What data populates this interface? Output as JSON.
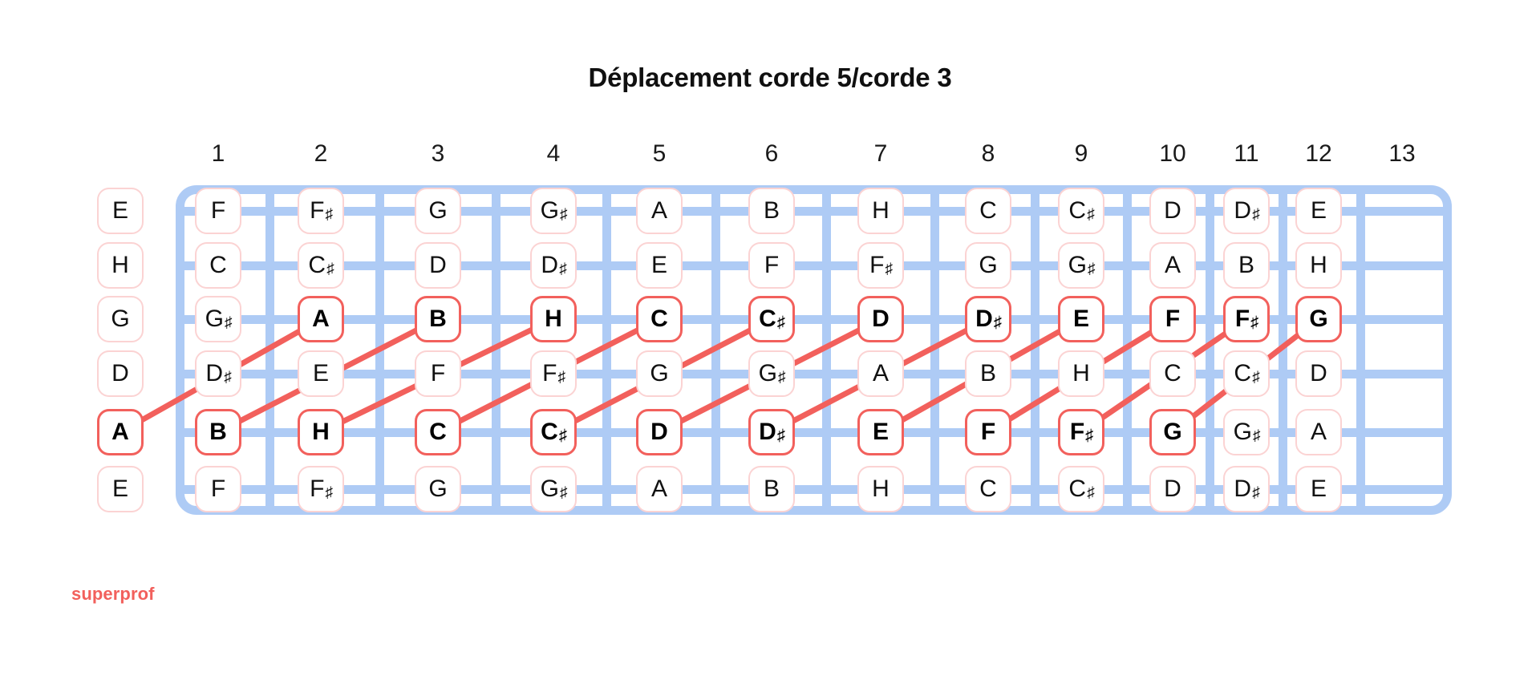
{
  "title": "Déplacement corde 5/corde 3",
  "brand": "superprof",
  "colors": {
    "neck": "#aecbf5",
    "note_border_plain": "#fbd3d3",
    "note_border_highlight": "#f2605c",
    "connector": "#f2605c",
    "text": "#111111",
    "brand": "#f2605c"
  },
  "fret_numbers": [
    "1",
    "2",
    "3",
    "4",
    "5",
    "6",
    "7",
    "8",
    "9",
    "10",
    "11",
    "12",
    "13"
  ],
  "notation": "german",
  "strings": [
    {
      "index": 1,
      "open_note": "E",
      "notes": [
        {
          "fret": 0,
          "label": "E",
          "sharp": false,
          "highlight": false
        },
        {
          "fret": 1,
          "label": "F",
          "sharp": false,
          "highlight": false
        },
        {
          "fret": 2,
          "label": "F",
          "sharp": true,
          "highlight": false
        },
        {
          "fret": 3,
          "label": "G",
          "sharp": false,
          "highlight": false
        },
        {
          "fret": 4,
          "label": "G",
          "sharp": true,
          "highlight": false
        },
        {
          "fret": 5,
          "label": "A",
          "sharp": false,
          "highlight": false
        },
        {
          "fret": 6,
          "label": "B",
          "sharp": false,
          "highlight": false
        },
        {
          "fret": 7,
          "label": "H",
          "sharp": false,
          "highlight": false
        },
        {
          "fret": 8,
          "label": "C",
          "sharp": false,
          "highlight": false
        },
        {
          "fret": 9,
          "label": "C",
          "sharp": true,
          "highlight": false
        },
        {
          "fret": 10,
          "label": "D",
          "sharp": false,
          "highlight": false
        },
        {
          "fret": 11,
          "label": "D",
          "sharp": true,
          "highlight": false
        },
        {
          "fret": 12,
          "label": "E",
          "sharp": false,
          "highlight": false
        }
      ]
    },
    {
      "index": 2,
      "open_note": "H",
      "notes": [
        {
          "fret": 0,
          "label": "H",
          "sharp": false,
          "highlight": false
        },
        {
          "fret": 1,
          "label": "C",
          "sharp": false,
          "highlight": false
        },
        {
          "fret": 2,
          "label": "C",
          "sharp": true,
          "highlight": false
        },
        {
          "fret": 3,
          "label": "D",
          "sharp": false,
          "highlight": false
        },
        {
          "fret": 4,
          "label": "D",
          "sharp": true,
          "highlight": false
        },
        {
          "fret": 5,
          "label": "E",
          "sharp": false,
          "highlight": false
        },
        {
          "fret": 6,
          "label": "F",
          "sharp": false,
          "highlight": false
        },
        {
          "fret": 7,
          "label": "F",
          "sharp": true,
          "highlight": false
        },
        {
          "fret": 8,
          "label": "G",
          "sharp": false,
          "highlight": false
        },
        {
          "fret": 9,
          "label": "G",
          "sharp": true,
          "highlight": false
        },
        {
          "fret": 10,
          "label": "A",
          "sharp": false,
          "highlight": false
        },
        {
          "fret": 11,
          "label": "B",
          "sharp": false,
          "highlight": false
        },
        {
          "fret": 12,
          "label": "H",
          "sharp": false,
          "highlight": false
        }
      ]
    },
    {
      "index": 3,
      "open_note": "G",
      "notes": [
        {
          "fret": 0,
          "label": "G",
          "sharp": false,
          "highlight": false
        },
        {
          "fret": 1,
          "label": "G",
          "sharp": true,
          "highlight": false
        },
        {
          "fret": 2,
          "label": "A",
          "sharp": false,
          "highlight": true
        },
        {
          "fret": 3,
          "label": "B",
          "sharp": false,
          "highlight": true
        },
        {
          "fret": 4,
          "label": "H",
          "sharp": false,
          "highlight": true
        },
        {
          "fret": 5,
          "label": "C",
          "sharp": false,
          "highlight": true
        },
        {
          "fret": 6,
          "label": "C",
          "sharp": true,
          "highlight": true
        },
        {
          "fret": 7,
          "label": "D",
          "sharp": false,
          "highlight": true
        },
        {
          "fret": 8,
          "label": "D",
          "sharp": true,
          "highlight": true
        },
        {
          "fret": 9,
          "label": "E",
          "sharp": false,
          "highlight": true
        },
        {
          "fret": 10,
          "label": "F",
          "sharp": false,
          "highlight": true
        },
        {
          "fret": 11,
          "label": "F",
          "sharp": true,
          "highlight": true
        },
        {
          "fret": 12,
          "label": "G",
          "sharp": false,
          "highlight": true
        }
      ]
    },
    {
      "index": 4,
      "open_note": "D",
      "notes": [
        {
          "fret": 0,
          "label": "D",
          "sharp": false,
          "highlight": false
        },
        {
          "fret": 1,
          "label": "D",
          "sharp": true,
          "highlight": false
        },
        {
          "fret": 2,
          "label": "E",
          "sharp": false,
          "highlight": false
        },
        {
          "fret": 3,
          "label": "F",
          "sharp": false,
          "highlight": false
        },
        {
          "fret": 4,
          "label": "F",
          "sharp": true,
          "highlight": false
        },
        {
          "fret": 5,
          "label": "G",
          "sharp": false,
          "highlight": false
        },
        {
          "fret": 6,
          "label": "G",
          "sharp": true,
          "highlight": false
        },
        {
          "fret": 7,
          "label": "A",
          "sharp": false,
          "highlight": false
        },
        {
          "fret": 8,
          "label": "B",
          "sharp": false,
          "highlight": false
        },
        {
          "fret": 9,
          "label": "H",
          "sharp": false,
          "highlight": false
        },
        {
          "fret": 10,
          "label": "C",
          "sharp": false,
          "highlight": false
        },
        {
          "fret": 11,
          "label": "C",
          "sharp": true,
          "highlight": false
        },
        {
          "fret": 12,
          "label": "D",
          "sharp": false,
          "highlight": false
        }
      ]
    },
    {
      "index": 5,
      "open_note": "A",
      "notes": [
        {
          "fret": 0,
          "label": "A",
          "sharp": false,
          "highlight": true
        },
        {
          "fret": 1,
          "label": "B",
          "sharp": false,
          "highlight": true
        },
        {
          "fret": 2,
          "label": "H",
          "sharp": false,
          "highlight": true
        },
        {
          "fret": 3,
          "label": "C",
          "sharp": false,
          "highlight": true
        },
        {
          "fret": 4,
          "label": "C",
          "sharp": true,
          "highlight": true
        },
        {
          "fret": 5,
          "label": "D",
          "sharp": false,
          "highlight": true
        },
        {
          "fret": 6,
          "label": "D",
          "sharp": true,
          "highlight": true
        },
        {
          "fret": 7,
          "label": "E",
          "sharp": false,
          "highlight": true
        },
        {
          "fret": 8,
          "label": "F",
          "sharp": false,
          "highlight": true
        },
        {
          "fret": 9,
          "label": "F",
          "sharp": true,
          "highlight": true
        },
        {
          "fret": 10,
          "label": "G",
          "sharp": false,
          "highlight": true
        },
        {
          "fret": 11,
          "label": "G",
          "sharp": true,
          "highlight": false
        },
        {
          "fret": 12,
          "label": "A",
          "sharp": false,
          "highlight": false
        }
      ]
    },
    {
      "index": 6,
      "open_note": "E",
      "notes": [
        {
          "fret": 0,
          "label": "E",
          "sharp": false,
          "highlight": false
        },
        {
          "fret": 1,
          "label": "F",
          "sharp": false,
          "highlight": false
        },
        {
          "fret": 2,
          "label": "F",
          "sharp": true,
          "highlight": false
        },
        {
          "fret": 3,
          "label": "G",
          "sharp": false,
          "highlight": false
        },
        {
          "fret": 4,
          "label": "G",
          "sharp": true,
          "highlight": false
        },
        {
          "fret": 5,
          "label": "A",
          "sharp": false,
          "highlight": false
        },
        {
          "fret": 6,
          "label": "B",
          "sharp": false,
          "highlight": false
        },
        {
          "fret": 7,
          "label": "H",
          "sharp": false,
          "highlight": false
        },
        {
          "fret": 8,
          "label": "C",
          "sharp": false,
          "highlight": false
        },
        {
          "fret": 9,
          "label": "C",
          "sharp": true,
          "highlight": false
        },
        {
          "fret": 10,
          "label": "D",
          "sharp": false,
          "highlight": false
        },
        {
          "fret": 11,
          "label": "D",
          "sharp": true,
          "highlight": false
        },
        {
          "fret": 12,
          "label": "E",
          "sharp": false,
          "highlight": false
        }
      ]
    }
  ],
  "connectors": [
    {
      "from_string": 5,
      "from_fret": 0,
      "to_string": 3,
      "to_fret": 2
    },
    {
      "from_string": 5,
      "from_fret": 1,
      "to_string": 3,
      "to_fret": 3
    },
    {
      "from_string": 5,
      "from_fret": 2,
      "to_string": 3,
      "to_fret": 4
    },
    {
      "from_string": 5,
      "from_fret": 3,
      "to_string": 3,
      "to_fret": 5
    },
    {
      "from_string": 5,
      "from_fret": 4,
      "to_string": 3,
      "to_fret": 6
    },
    {
      "from_string": 5,
      "from_fret": 5,
      "to_string": 3,
      "to_fret": 7
    },
    {
      "from_string": 5,
      "from_fret": 6,
      "to_string": 3,
      "to_fret": 8
    },
    {
      "from_string": 5,
      "from_fret": 7,
      "to_string": 3,
      "to_fret": 9
    },
    {
      "from_string": 5,
      "from_fret": 8,
      "to_string": 3,
      "to_fret": 10
    },
    {
      "from_string": 5,
      "from_fret": 9,
      "to_string": 3,
      "to_fret": 11
    },
    {
      "from_string": 5,
      "from_fret": 10,
      "to_string": 3,
      "to_fret": 12
    }
  ],
  "geometry": {
    "fret_x": [
      150,
      272,
      400,
      546,
      690,
      822,
      962,
      1098,
      1232,
      1348,
      1462,
      1554,
      1644,
      1748
    ],
    "string_y": [
      263,
      331,
      398,
      466,
      539,
      610
    ]
  }
}
